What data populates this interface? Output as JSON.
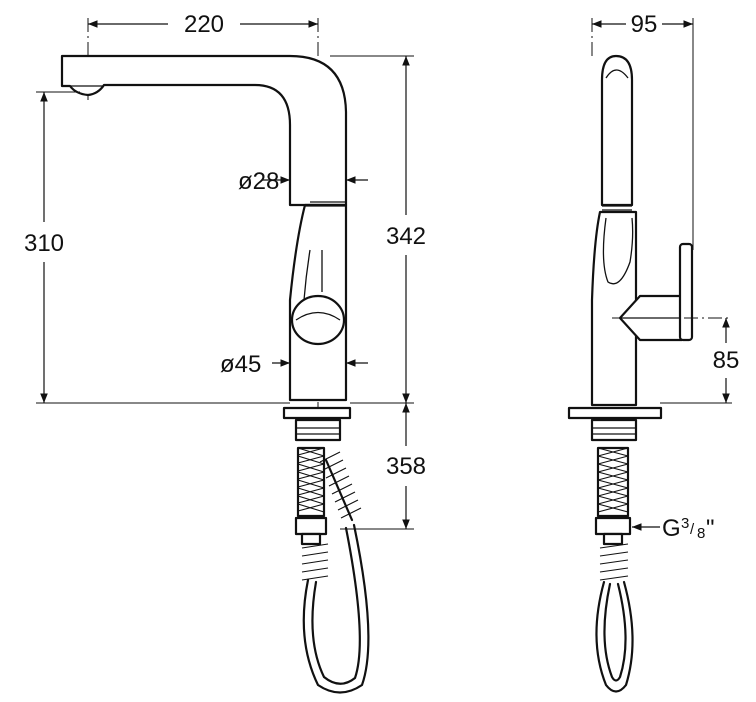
{
  "dimensions": {
    "spout_reach": "220",
    "spout_height": "310",
    "total_height": "342",
    "hose_length": "358",
    "body_depth": "95",
    "lever_height": "85",
    "spout_diameter": "ø28",
    "body_diameter": "ø45",
    "connection_main": "G",
    "connection_num": "3",
    "connection_sep": "/",
    "connection_den": "8",
    "connection_quote": "\""
  }
}
